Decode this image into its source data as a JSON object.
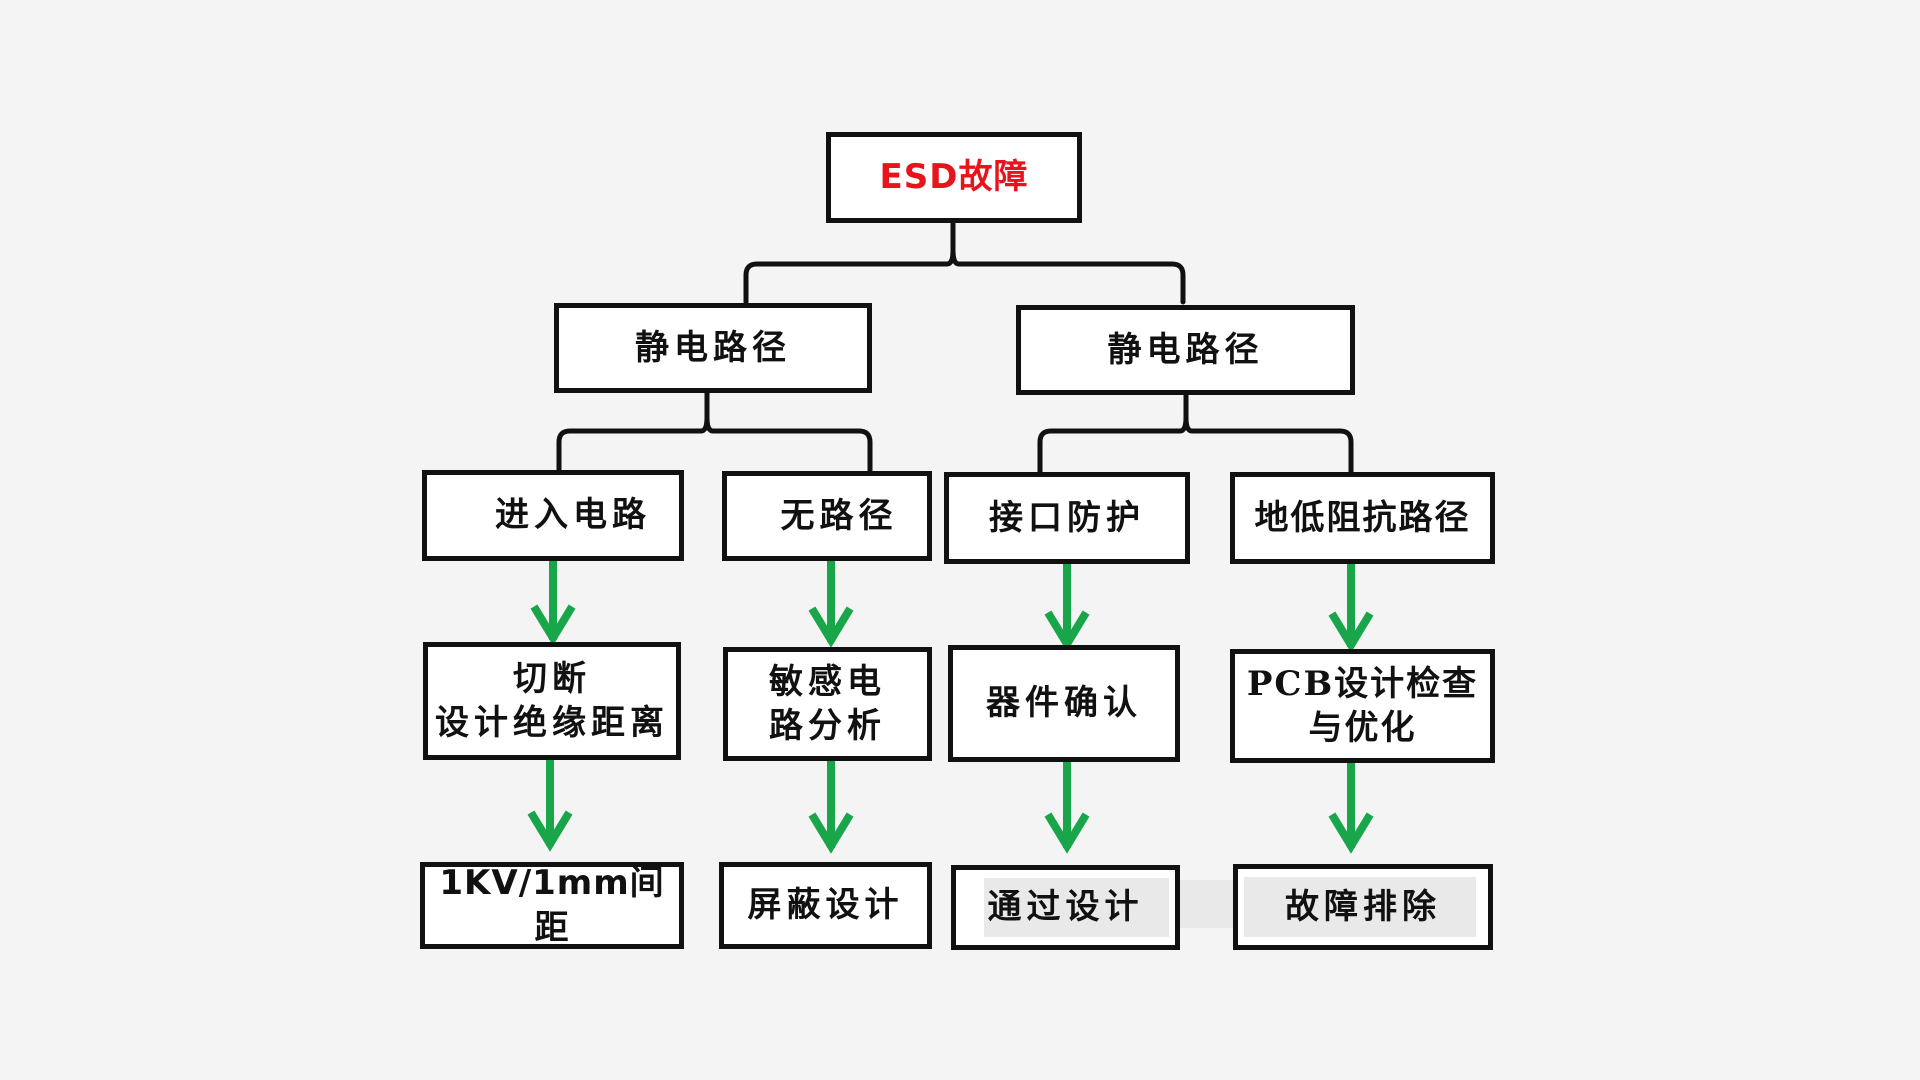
{
  "colors": {
    "background": "#f4f4f4",
    "border": "#111111",
    "text": "#111111",
    "root_text": "#e8141b",
    "arrow": "#19a64a",
    "highlight": "#e9e9e9"
  },
  "tree": {
    "root": "ESD故障",
    "level1": {
      "left": "静电路径",
      "right": "静电路径"
    },
    "columns": [
      {
        "top": "进入电路",
        "middle": "切断\n设计绝缘距离",
        "bottom": "1KV/1mm间距"
      },
      {
        "top": "无路径",
        "middle": "敏感电\n路分析",
        "bottom": "屏蔽设计"
      },
      {
        "top": "接口防护",
        "middle": "器件确认",
        "bottom": "通过设计"
      },
      {
        "top": "地低阻抗路径",
        "middle": "PCB设计检查\n与优化",
        "bottom": "故障排除"
      }
    ]
  }
}
